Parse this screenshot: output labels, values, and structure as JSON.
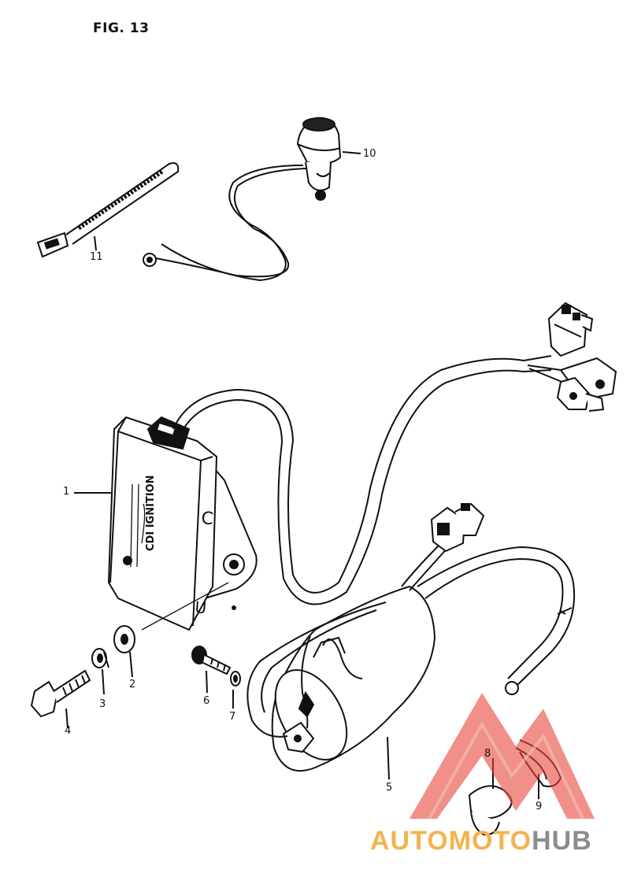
{
  "figure": {
    "title": "FIG. 13"
  },
  "callouts": [
    "1",
    "2",
    "3",
    "4",
    "5",
    "6",
    "7",
    "8",
    "9",
    "10",
    "11"
  ],
  "watermark": {
    "auto": "AUTO",
    "moto": "MOTO",
    "hub": "HUB"
  },
  "colors": {
    "line": "#111111",
    "watermark_red": "#e8443a",
    "watermark_orange": "#f2b44f",
    "watermark_gray": "#8c8c8c"
  }
}
